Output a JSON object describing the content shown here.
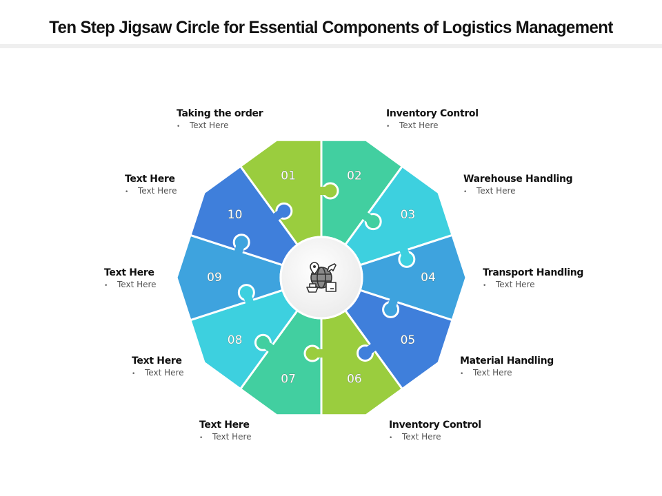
{
  "title": "Ten Step Jigsaw Circle for Essential Components of Logistics Management",
  "center_icon": "global-logistics-icon",
  "pieces": [
    {
      "number": "01",
      "color": "#9ACD3E"
    },
    {
      "number": "02",
      "color": "#42CFA0"
    },
    {
      "number": "03",
      "color": "#3DD0DF"
    },
    {
      "number": "04",
      "color": "#3EA3DE"
    },
    {
      "number": "05",
      "color": "#3F7FDB"
    },
    {
      "number": "06",
      "color": "#9ACD3E"
    },
    {
      "number": "07",
      "color": "#42CFA0"
    },
    {
      "number": "08",
      "color": "#3DD0DF"
    },
    {
      "number": "09",
      "color": "#3EA3DE"
    },
    {
      "number": "10",
      "color": "#3F7FDB"
    }
  ],
  "labels": [
    {
      "heading": "Taking the order",
      "bullet": "Text Here"
    },
    {
      "heading": "Inventory Control",
      "bullet": "Text Here"
    },
    {
      "heading": "Warehouse Handling",
      "bullet": "Text Here"
    },
    {
      "heading": "Transport Handling",
      "bullet": "Text Here"
    },
    {
      "heading": "Material Handling",
      "bullet": "Text Here"
    },
    {
      "heading": "Inventory Control",
      "bullet": "Text Here"
    },
    {
      "heading": "Text Here",
      "bullet": "Text Here"
    },
    {
      "heading": "Text Here",
      "bullet": "Text Here"
    },
    {
      "heading": "Text Here",
      "bullet": "Text Here"
    },
    {
      "heading": "Text Here",
      "bullet": "Text Here"
    }
  ]
}
